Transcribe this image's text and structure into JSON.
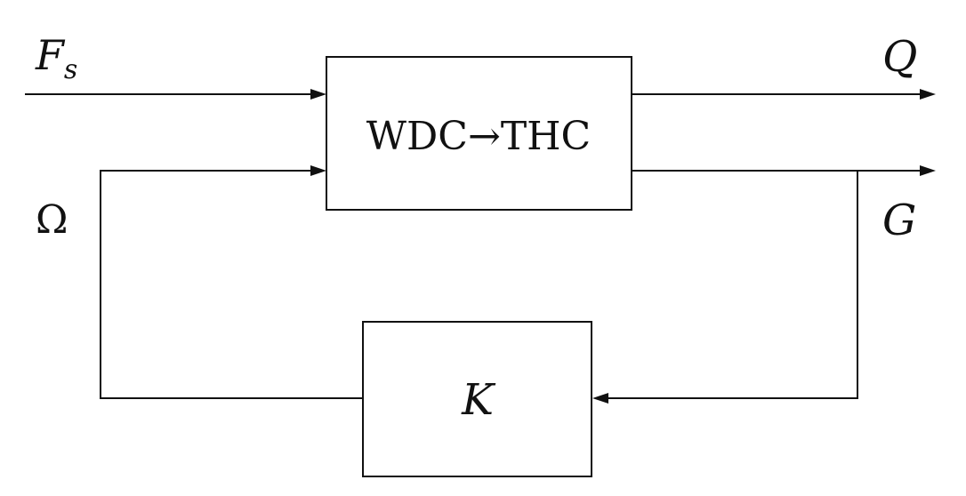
{
  "plant_block": {
    "label": "WDC→THC"
  },
  "controller_block": {
    "label": "K"
  },
  "signals": {
    "input": {
      "symbol": "F",
      "subscript": "s"
    },
    "control": "Ω",
    "output_top": "Q",
    "output_bottom": "G"
  }
}
